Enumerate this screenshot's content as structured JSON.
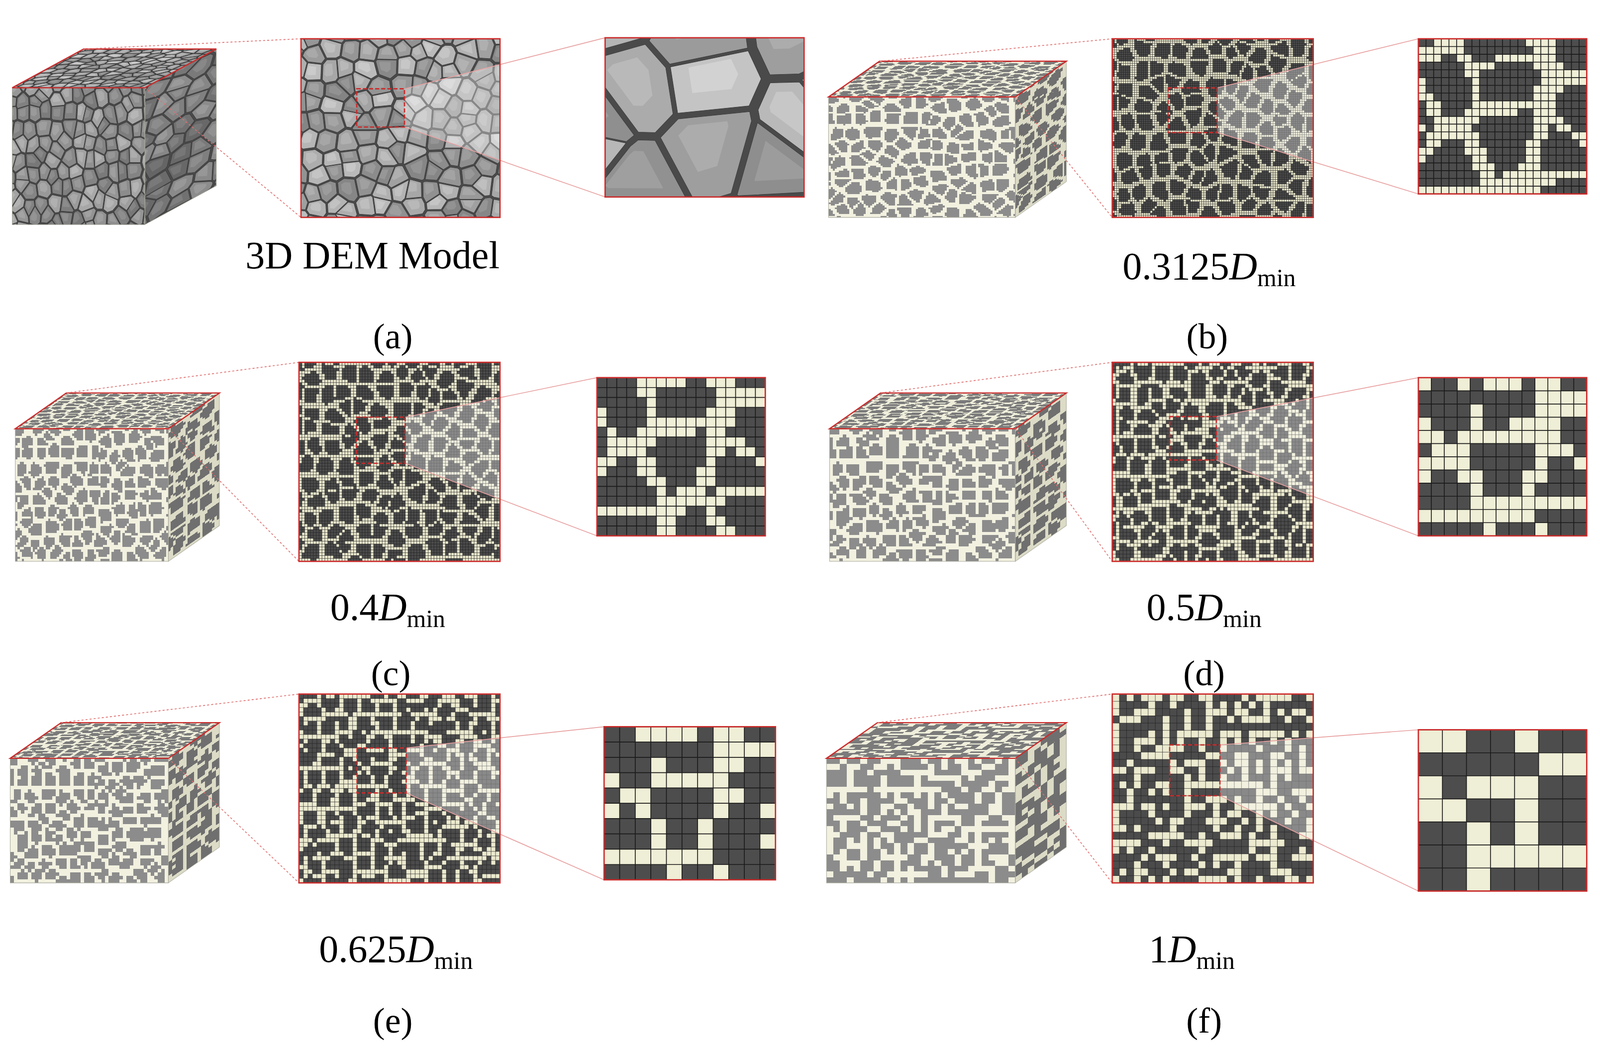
{
  "diagram": {
    "labels": [
      "3D DEM Model",
      "(a)",
      "0.3125Dmin",
      "(b)",
      "0.4Dmin",
      "(c)",
      "0.5Dmin",
      "(d)",
      "0.625Dmin",
      "(e)",
      "1Dmin",
      "(f)"
    ]
  }
}
